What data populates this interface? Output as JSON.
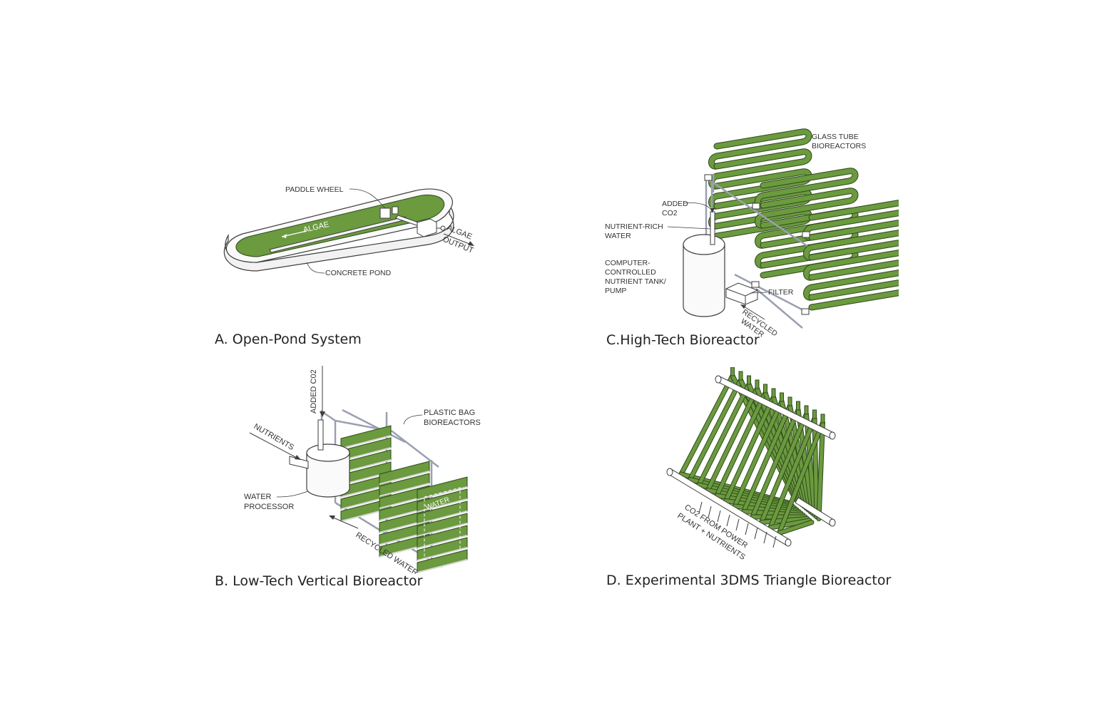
{
  "panels": {
    "a": {
      "caption": "A. Open-Pond System",
      "labels": {
        "paddle_wheel": "PADDLE WHEEL",
        "algae": "ALGAE",
        "algae_output_1": "ALGAE",
        "algae_output_2": "OUTPUT",
        "concrete_pond": "CONCRETE POND"
      }
    },
    "b": {
      "caption": "B. Low-Tech Vertical Bioreactor",
      "labels": {
        "added_co2": "ADDED C02",
        "nutrients": "NUTRIENTS",
        "plastic_bag_1": "PLASTIC BAG",
        "plastic_bag_2": "BIOREACTORS",
        "water_processor_1": "WATER",
        "water_processor_2": "PROCESSOR",
        "water": "WATER",
        "recycled_water": "RECYCLED WATER"
      }
    },
    "c": {
      "caption": "C.High-Tech Bioreactor",
      "labels": {
        "glass_tube_1": "GLASS TUBE",
        "glass_tube_2": "BIOREACTORS",
        "added_co2_1": "ADDED",
        "added_co2_2": "CO2",
        "nutrient_water_1": "NUTRIENT-RICH",
        "nutrient_water_2": "WATER",
        "computer_1": "COMPUTER-",
        "computer_2": "CONTROLLED",
        "computer_3": "NUTRIENT TANK/",
        "computer_4": "PUMP",
        "filter": "FILTER",
        "recycled_1": "RECYCLED",
        "recycled_2": "WATER"
      }
    },
    "d": {
      "caption": "D. Experimental 3DMS Triangle Bioreactor",
      "labels": {
        "co2_1": "CO2 FROM POWER",
        "co2_2": "PLANT + NUTRIENTS"
      }
    }
  },
  "colors": {
    "algae_green": "#6b9a3f",
    "outline": "#3d3d3d",
    "pipe": "#9aa0b0"
  }
}
